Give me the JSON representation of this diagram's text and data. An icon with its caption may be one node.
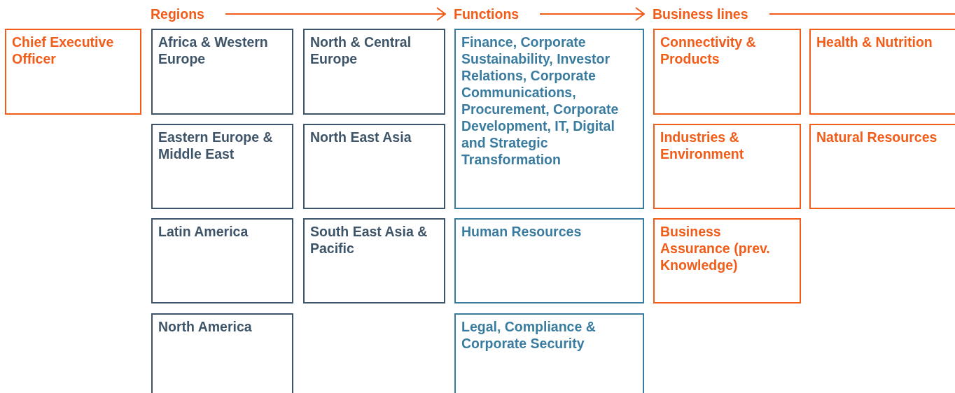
{
  "diagram": {
    "nodes": [
      {
        "text": [
          "Regions"
        ]
      },
      {
        "text": [
          "Functions"
        ]
      },
      {
        "text": [
          "Business lines"
        ]
      },
      {
        "text": [
          "Chief Executive Officer"
        ]
      },
      {
        "text": [
          "Africa & Western Europe"
        ]
      },
      {
        "text": [
          "North & Central Europe"
        ]
      },
      {
        "text": [
          "Eastern Europe & Middle East"
        ]
      },
      {
        "text": [
          "North East Asia"
        ]
      },
      {
        "text": [
          "Latin America"
        ]
      },
      {
        "text": [
          "South East Asia & Pacific"
        ]
      },
      {
        "text": [
          "North America"
        ]
      },
      {
        "text": [
          "Finance, Corporate Sustainability, Investor Relations, Corporate Communications, Procurement, Corporate Development, IT, Digital and Strategic Transformation"
        ]
      },
      {
        "text": [
          "Human Resources"
        ]
      },
      {
        "text": [
          "Legal, Compliance & Corporate Security"
        ]
      },
      {
        "text": [
          "Connectivity & Products"
        ]
      },
      {
        "text": [
          "Health & Nutrition"
        ]
      },
      {
        "text": [
          "Industries & Environment"
        ]
      },
      {
        "text": [
          "Natural Resources"
        ]
      },
      {
        "text": [
          "Business Assurance (prev. Knowledge)"
        ]
      }
    ],
    "edges": [
      {
        "from": 0,
        "to": 1,
        "arrow": "to"
      },
      {
        "from": 1,
        "to": 2,
        "arrow": "to"
      },
      {
        "from": 2,
        "to": null,
        "arrow": "none"
      }
    ]
  }
}
